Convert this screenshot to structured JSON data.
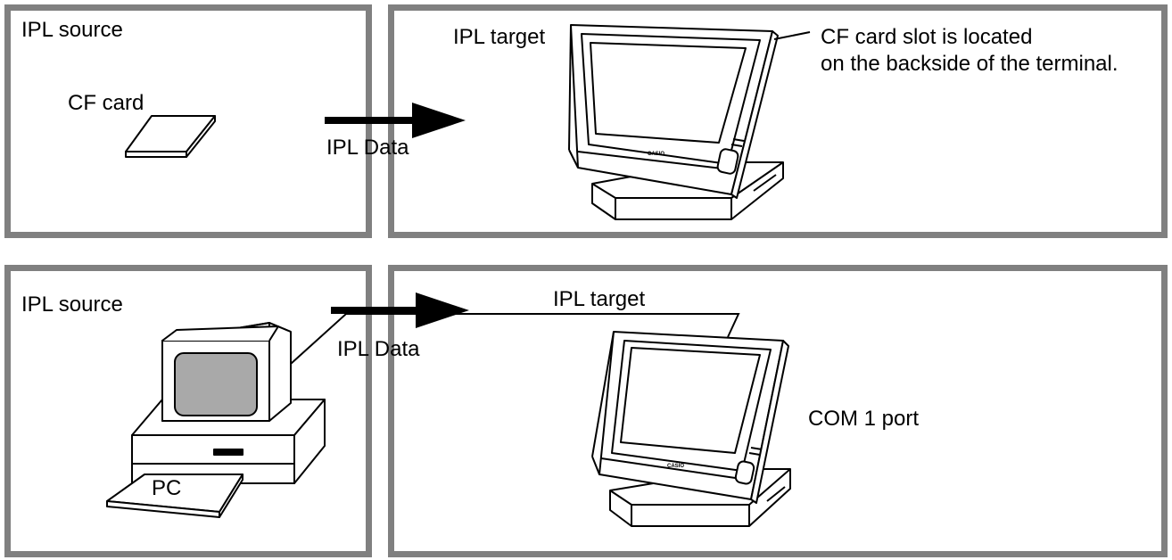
{
  "top_row": {
    "source_panel": {
      "title": "IPL source",
      "media_label": "CF card"
    },
    "transfer_label": "IPL Data",
    "target_panel": {
      "title": "IPL target",
      "slot_note_line1": "CF card slot is located",
      "slot_note_line2": "on the backside of the terminal.",
      "brand": "CASIO"
    }
  },
  "bottom_row": {
    "source_panel": {
      "title": "IPL source",
      "computer_label": "PC"
    },
    "transfer_label": "IPL Data",
    "target_panel": {
      "title": "IPL target",
      "port_label": "COM 1 port",
      "brand": "CASIO"
    }
  },
  "colors": {
    "panel_border": "#808080",
    "monitor_screen": "#a9a9a9"
  }
}
